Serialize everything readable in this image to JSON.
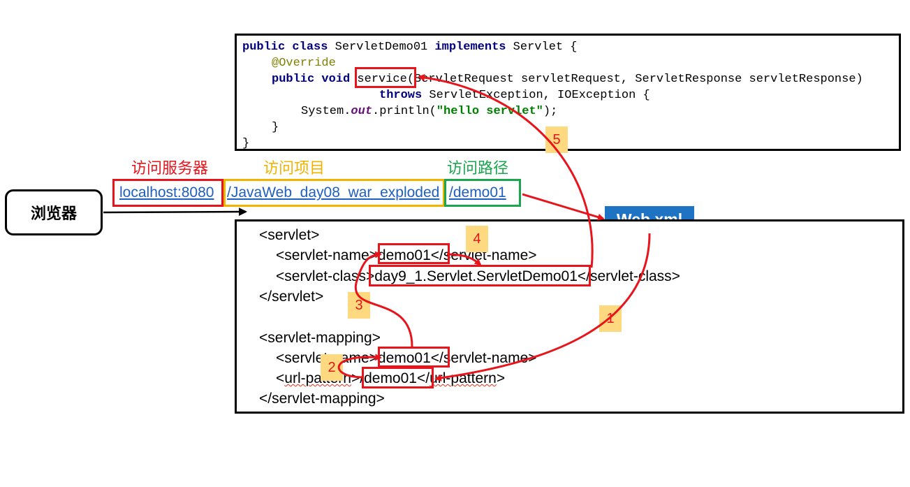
{
  "code": {
    "line1": {
      "kw1": "public class",
      "name": " ServletDemo01 ",
      "kw2": "implements",
      "rest": " Servlet {"
    },
    "line2": {
      "ann": "@Override"
    },
    "line3": {
      "kw": "public void",
      "rest": " service(ServletRequest servletRequest, ServletResponse servletResponse)"
    },
    "line4": {
      "kw": "throws",
      "rest": " ServletException, IOException {"
    },
    "line5": {
      "pre": "System.",
      "field": "out",
      "mid": ".println(",
      "str": "\"hello servlet\"",
      "end": ");"
    },
    "line6": "}",
    "line7": "}"
  },
  "browser": {
    "label": "浏览器"
  },
  "url": {
    "server": "localhost:8080",
    "project": "/JavaWeb_day08_war_exploded",
    "path": "/demo01",
    "label_server": "访问服务器",
    "label_project": "访问项目",
    "label_path": "访问路径"
  },
  "webxml": {
    "label": "Web.xml"
  },
  "xml": {
    "l1": "<servlet>",
    "l2a": "<servlet-name>",
    "l2b": "demo01",
    "l2c": "</servlet-name>",
    "l3a": "<servlet-class>",
    "l3b": "day9_1.Servlet.ServletDemo01",
    "l3c": "</servlet-class>",
    "l4": "</servlet>",
    "l5": "<servlet-mapping>",
    "l6a": "<servlet-name>",
    "l6b": "demo01",
    "l6c": "</servlet-name>",
    "l7a": "<",
    "l7url": "url-pattern",
    "l7gt": ">",
    "l7b": "/demo01",
    "l7c": "</",
    "l7url2": "url-pattern",
    "l7d": ">",
    "l8": "</servlet-mapping>"
  },
  "steps": {
    "s1": "1",
    "s2": "2",
    "s3": "3",
    "s4": "4",
    "s5": "5"
  },
  "colors": {
    "red": "#e8141c",
    "yellow": "#f0b400",
    "green": "#1aa64b",
    "blue": "#1f73c3",
    "step_bg": "#ffd980"
  }
}
